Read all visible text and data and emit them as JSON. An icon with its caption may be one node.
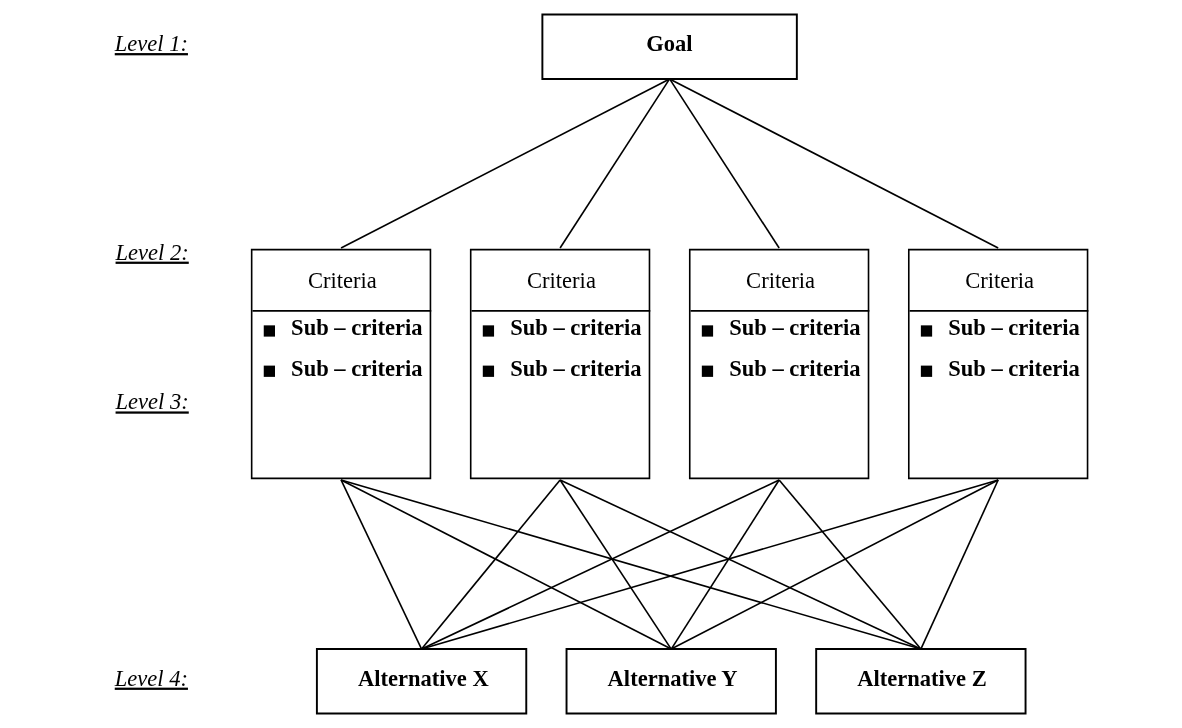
{
  "diagram": {
    "nodes": [
      {
        "text": [
          "Goal"
        ]
      },
      {
        "text": [
          "Criteria",
          "Sub – criteria",
          "Sub – criteria"
        ]
      },
      {
        "text": [
          "Criteria",
          "Sub – criteria",
          "Sub – criteria"
        ]
      },
      {
        "text": [
          "Criteria",
          "Sub – criteria",
          "Sub – criteria"
        ]
      },
      {
        "text": [
          "Criteria",
          "Sub – criteria",
          "Sub – criteria"
        ]
      },
      {
        "text": [
          "Alternative X"
        ]
      },
      {
        "text": [
          "Alternative Y"
        ]
      },
      {
        "text": [
          "Alternative Z"
        ]
      }
    ],
    "edges": [
      {
        "from": 0,
        "to": 1,
        "arrow": "none"
      },
      {
        "from": 0,
        "to": 2,
        "arrow": "none"
      },
      {
        "from": 0,
        "to": 3,
        "arrow": "none"
      },
      {
        "from": 0,
        "to": 4,
        "arrow": "none"
      },
      {
        "from": 1,
        "to": 5,
        "arrow": "none"
      },
      {
        "from": 1,
        "to": 6,
        "arrow": "none"
      },
      {
        "from": 1,
        "to": 7,
        "arrow": "none"
      },
      {
        "from": 2,
        "to": 5,
        "arrow": "none"
      },
      {
        "from": 2,
        "to": 6,
        "arrow": "none"
      },
      {
        "from": 2,
        "to": 7,
        "arrow": "none"
      },
      {
        "from": 3,
        "to": 5,
        "arrow": "none"
      },
      {
        "from": 3,
        "to": 6,
        "arrow": "none"
      },
      {
        "from": 3,
        "to": 7,
        "arrow": "none"
      },
      {
        "from": 4,
        "to": 5,
        "arrow": "none"
      },
      {
        "from": 4,
        "to": 6,
        "arrow": "none"
      },
      {
        "from": 4,
        "to": 7,
        "arrow": "none"
      }
    ],
    "labels": [
      "Level 1:",
      "Level 2:",
      "Level 3:",
      "Level 4:"
    ]
  }
}
